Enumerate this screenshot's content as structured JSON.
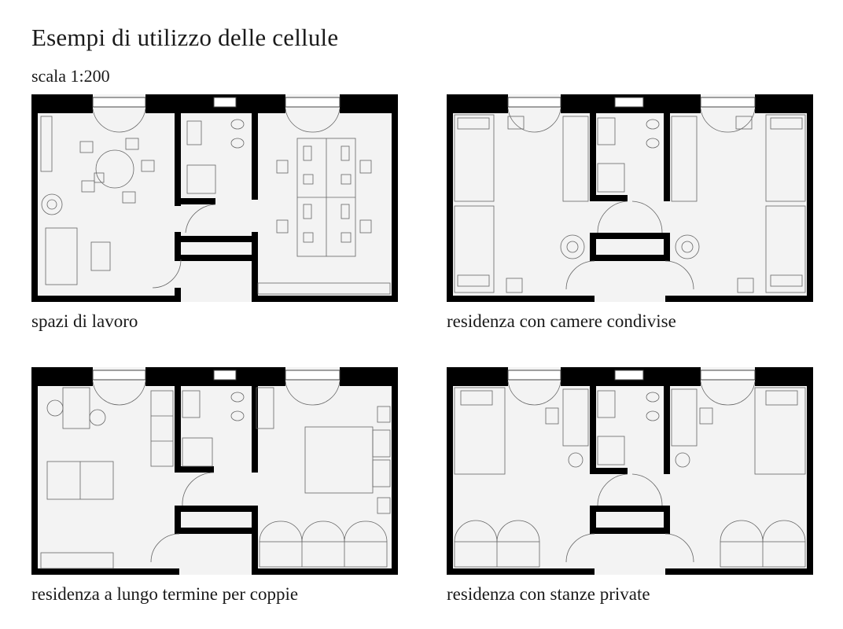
{
  "header": {
    "title": "Esempi di utilizzo delle cellule",
    "scale": "scala 1:200"
  },
  "plans": [
    {
      "id": "work",
      "caption": "spazi di lavoro"
    },
    {
      "id": "shared",
      "caption": "residenza con camere condivise"
    },
    {
      "id": "couples",
      "caption": "residenza a lungo termine per coppie"
    },
    {
      "id": "private",
      "caption": "residenza con stanze private"
    }
  ],
  "colors": {
    "wall": "#000000",
    "floor": "#f3f3f3",
    "line": "#555555"
  }
}
